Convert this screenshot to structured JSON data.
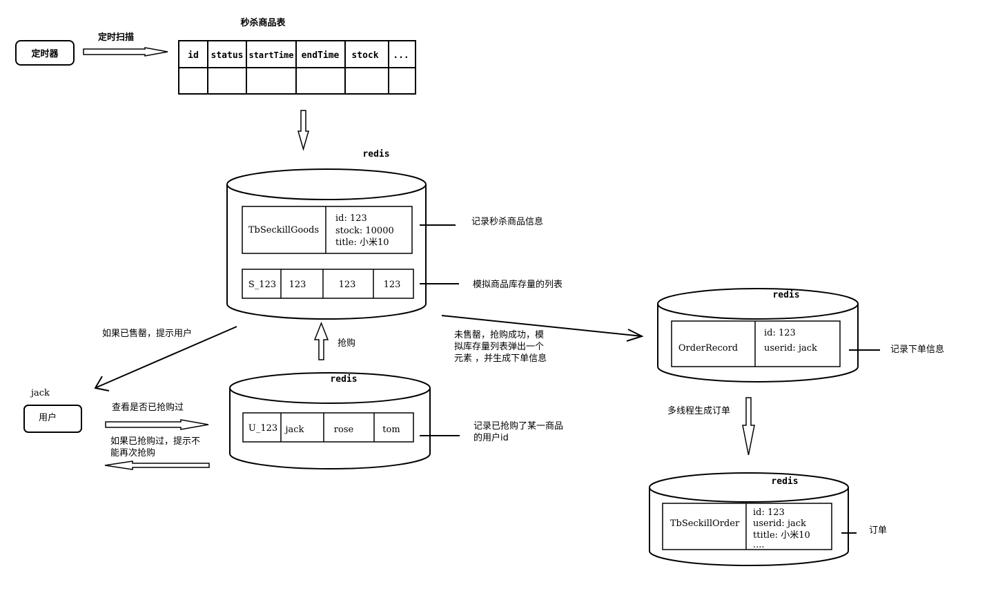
{
  "timer": {
    "label": "定时器",
    "scan_label": "定时扫描"
  },
  "seckill_table": {
    "title": "秒杀商品表",
    "columns": [
      "id",
      "status",
      "startTime",
      "endTime",
      "stock",
      "..."
    ]
  },
  "redis_goods": {
    "title": "redis",
    "goods_key": "TbSeckillGoods",
    "goods_fields": [
      "id: 123",
      "stock: 10000",
      "title: 小米10"
    ],
    "goods_note": "记录秒杀商品信息",
    "stock_list": [
      "S_123",
      "123",
      "123",
      "123"
    ],
    "stock_note": "模拟商品库存量的列表"
  },
  "redis_users": {
    "title": "redis",
    "row": [
      "U_123",
      "jack",
      "rose",
      "tom"
    ],
    "note_line1": "记录已抢购了某一商品",
    "note_line2": "的用户id"
  },
  "user": {
    "name": "jack",
    "label": "用户"
  },
  "flows": {
    "sold_out_line1": "如果已售罄，提示用户",
    "check_label": "查看是否已抢购过",
    "bought_line1": "如果已抢购过，提示不",
    "bought_line2": "能再次抢购",
    "grab_label": "抢购",
    "success_line1": "未售罄，抢购成功，模",
    "success_line2": "拟库存量列表弹出一个",
    "success_line3": "元素 ，并生成下单信息",
    "multithread_label": "多线程生成订单"
  },
  "redis_order_record": {
    "title": "redis",
    "key": "OrderRecord",
    "fields": [
      "id: 123",
      "userid: jack"
    ],
    "note": "记录下单信息"
  },
  "redis_order": {
    "title": "redis",
    "key": "TbSeckillOrder",
    "fields": [
      "id: 123",
      "userid: jack",
      "ttitle: 小米10",
      "...."
    ],
    "note": "订单"
  }
}
